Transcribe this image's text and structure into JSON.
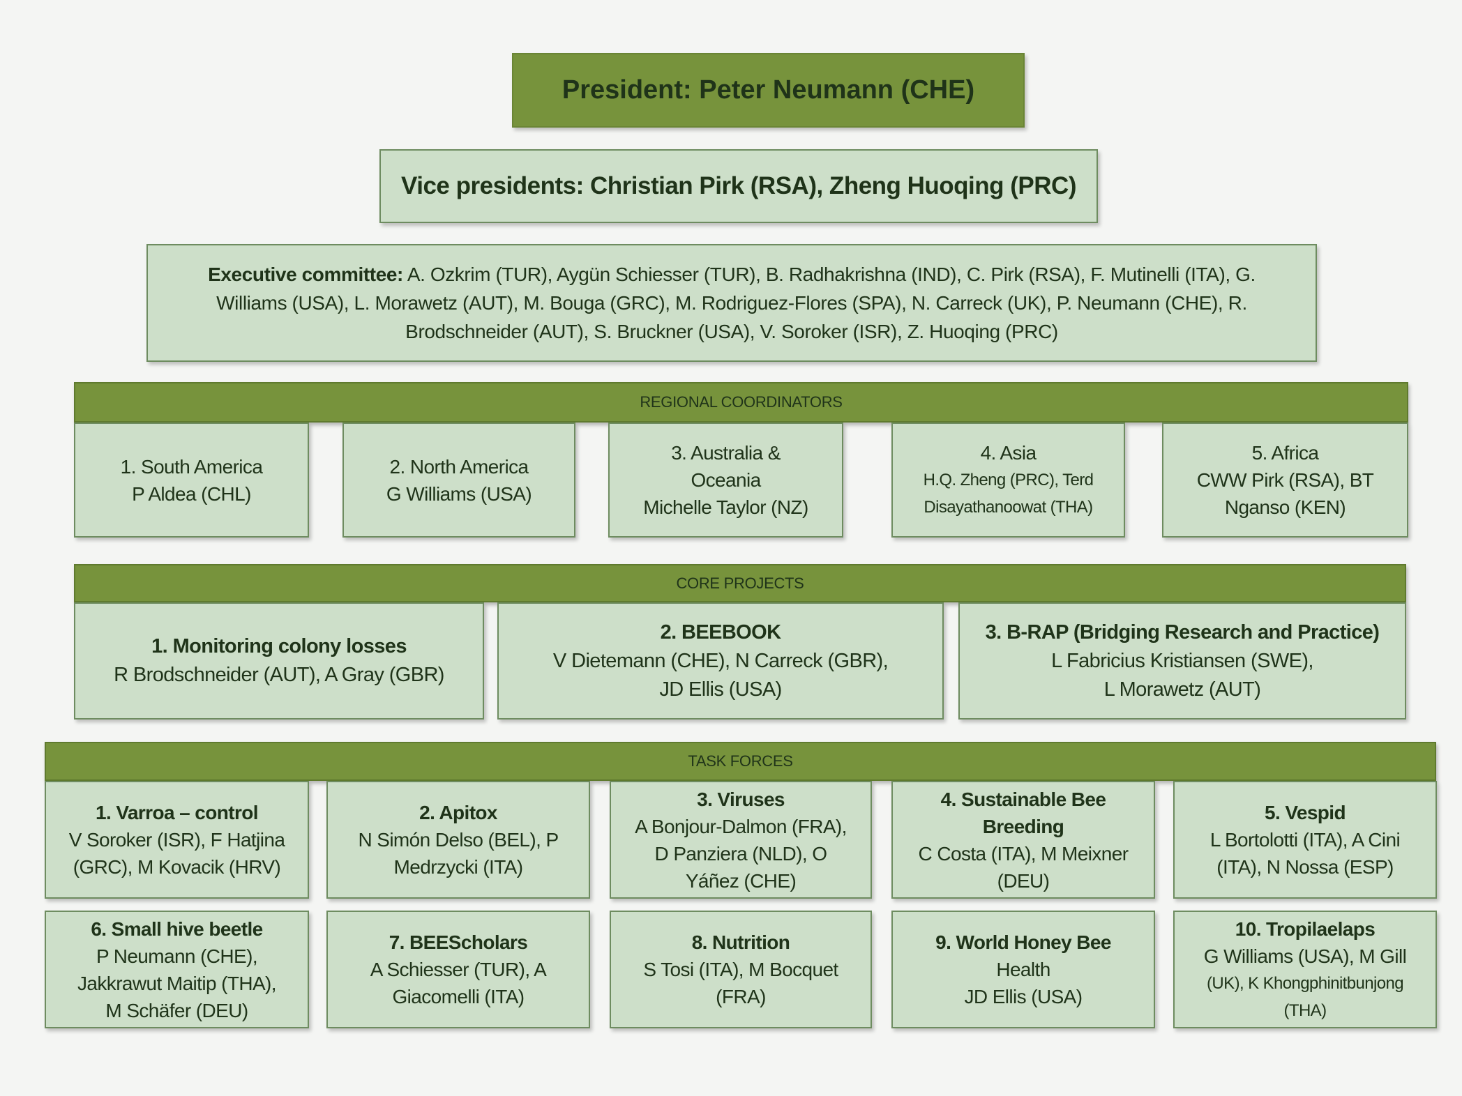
{
  "president": "President: Peter Neumann (CHE)",
  "vice_presidents": "Vice presidents: Christian Pirk (RSA), Zheng Huoqing (PRC)",
  "executive": {
    "label": "Executive committee:",
    "members": " A. Ozkrim (TUR), Aygün Schiesser (TUR), B. Radhakrishna (IND), C. Pirk (RSA), F. Mutinelli (ITA), G. Williams (USA), L. Morawetz (AUT), M. Bouga (GRC), M. Rodriguez-Flores (SPA), N. Carreck (UK), P. Neumann (CHE), R. Brodschneider (AUT), S. Bruckner (USA), V. Soroker (ISR), Z. Huoqing (PRC)"
  },
  "regional": {
    "header": "REGIONAL COORDINATORS",
    "items": [
      {
        "lines": [
          "1. South America",
          "P Aldea (CHL)"
        ]
      },
      {
        "lines": [
          "2. North America",
          "G Williams (USA)"
        ]
      },
      {
        "lines": [
          "3. Australia &",
          "Oceania",
          "Michelle Taylor (NZ)"
        ]
      },
      {
        "lines": [
          "4. Asia",
          "H.Q. Zheng (PRC), Terd",
          "Disayathanoowat (THA)"
        ]
      },
      {
        "lines": [
          "5. Africa",
          "CWW Pirk (RSA), BT",
          "Nganso (KEN)"
        ]
      }
    ]
  },
  "core": {
    "header": "CORE PROJECTS",
    "items": [
      {
        "title": "1. Monitoring colony losses",
        "lines": [
          "R Brodschneider (AUT), A Gray (GBR)"
        ]
      },
      {
        "title": "2. BEEBOOK",
        "lines": [
          "V Dietemann (CHE), N Carreck (GBR),",
          "JD Ellis (USA)"
        ]
      },
      {
        "title": "3. B-RAP (Bridging Research and Practice)",
        "lines": [
          "L Fabricius Kristiansen (SWE),",
          "L Morawetz (AUT)"
        ]
      }
    ]
  },
  "task": {
    "header": "TASK FORCES",
    "items": [
      {
        "title": "1. Varroa – control",
        "lines": [
          "V Soroker (ISR), F Hatjina",
          "(GRC), M Kovacik (HRV)"
        ]
      },
      {
        "title": "2. Apitox",
        "lines": [
          "N Simón Delso (BEL), P",
          "Medrzycki (ITA)"
        ]
      },
      {
        "title": "3. Viruses",
        "lines": [
          "A Bonjour-Dalmon (FRA),",
          "D Panziera (NLD), O",
          "Yáñez (CHE)"
        ]
      },
      {
        "title": "4. Sustainable Bee Breeding",
        "lines": [
          "C Costa (ITA), M Meixner",
          "(DEU)"
        ]
      },
      {
        "title": "5. Vespid",
        "lines": [
          "L Bortolotti (ITA), A Cini",
          "(ITA), N Nossa (ESP)"
        ]
      },
      {
        "title": "6. Small hive beetle",
        "lines": [
          "P Neumann (CHE),",
          "Jakkrawut Maitip (THA),",
          "M Schäfer (DEU)"
        ]
      },
      {
        "title": "7. BEEScholars",
        "lines": [
          "A Schiesser (TUR), A",
          "Giacomelli (ITA)"
        ]
      },
      {
        "title": "8. Nutrition",
        "lines": [
          "S Tosi (ITA), M Bocquet",
          "(FRA)"
        ]
      },
      {
        "title": "9. World Honey Bee",
        "lines": [
          "Health",
          "JD Ellis (USA)"
        ]
      },
      {
        "title": "10. Tropilaelaps",
        "lines": [
          "G Williams (USA), M Gill",
          "(UK), K Khongphinitbunjong",
          "(THA)"
        ]
      }
    ]
  }
}
